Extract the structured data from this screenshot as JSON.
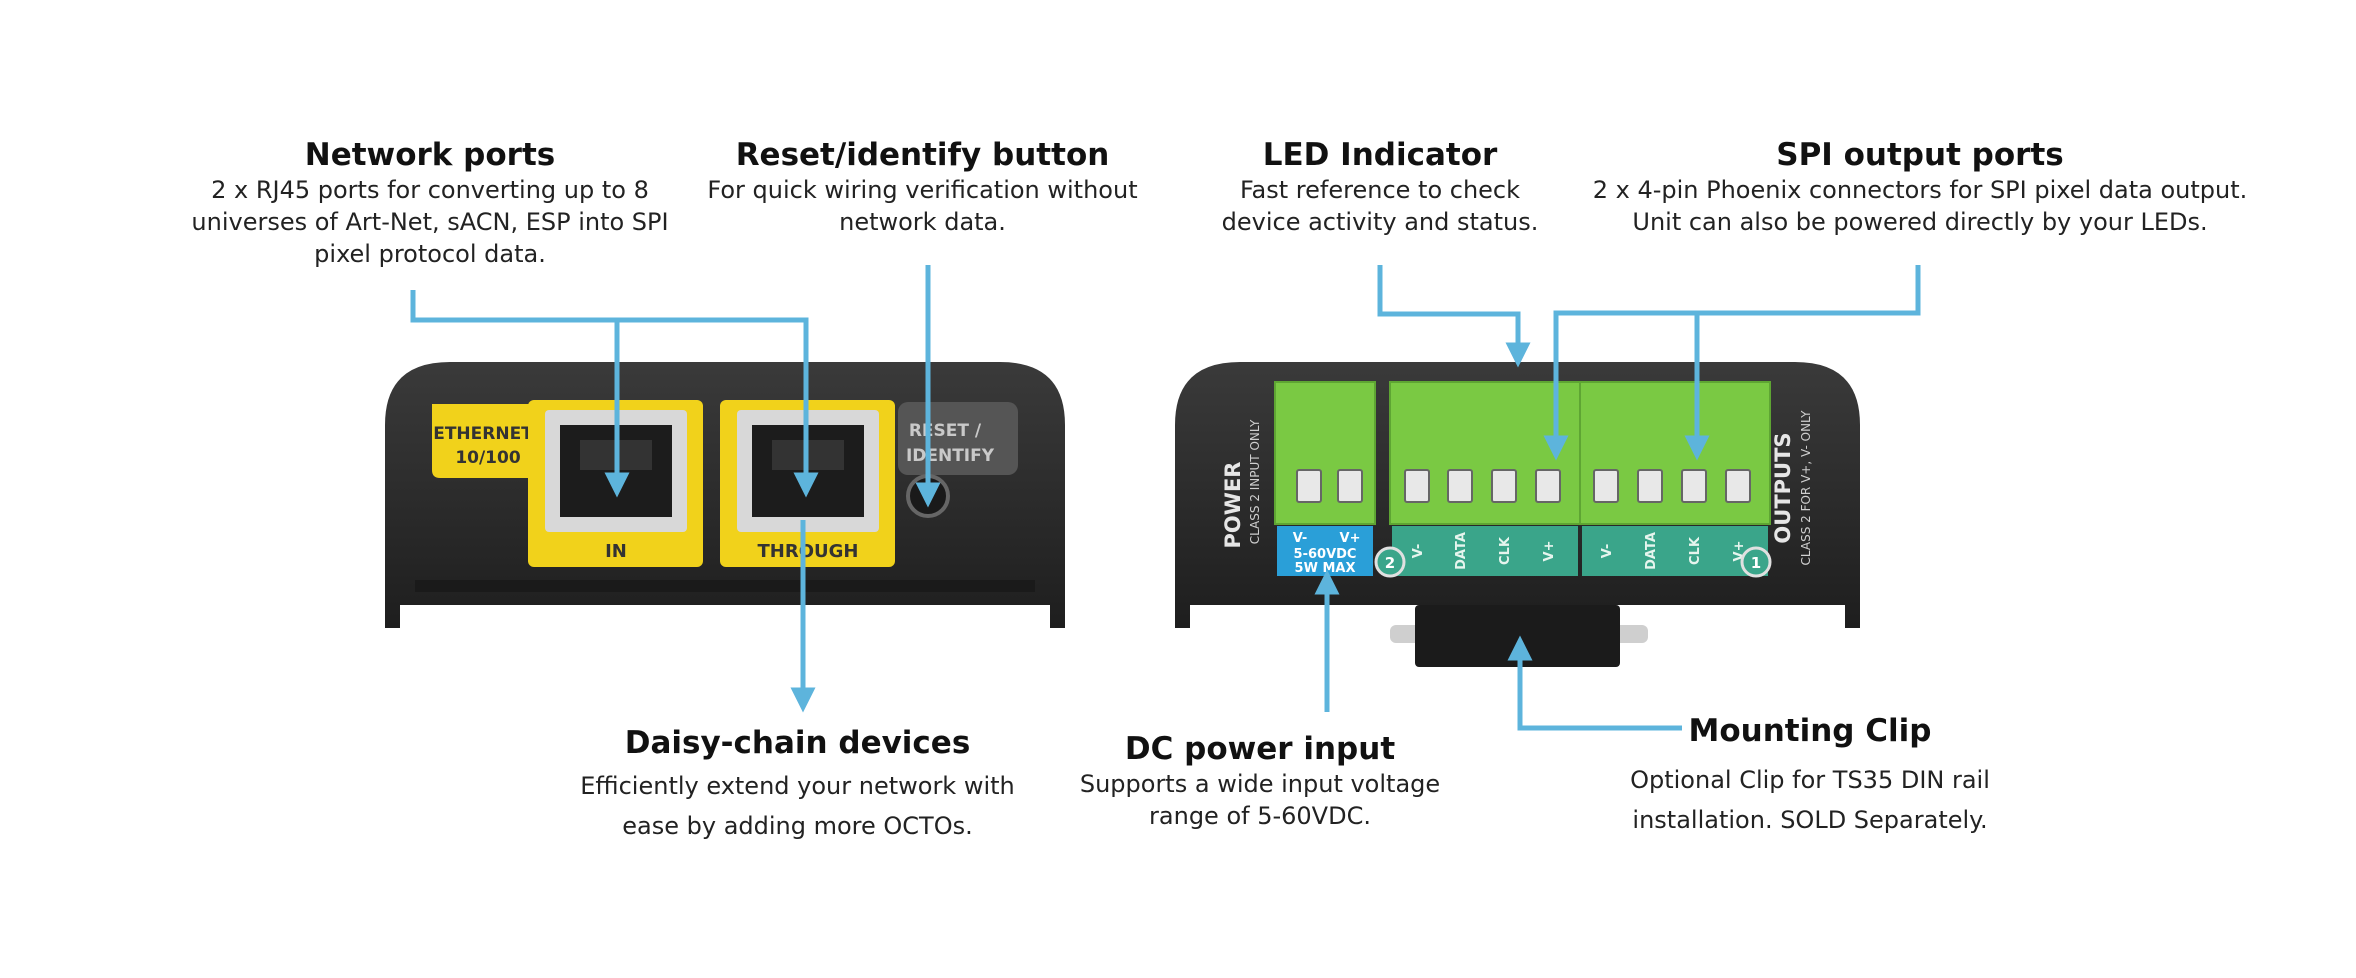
{
  "callouts": {
    "network_ports": {
      "title": "Network ports",
      "desc": "2 x RJ45 ports for converting up to 8 universes of Art-Net, sACN, ESP into SPI pixel protocol data."
    },
    "reset_button": {
      "title": "Reset/identify button",
      "desc": "For quick wiring verification without network data."
    },
    "led_indicator": {
      "title": "LED Indicator",
      "desc": "Fast reference to check device activity and status."
    },
    "spi_ports": {
      "title": "SPI output ports",
      "desc": "2 x 4-pin Phoenix connectors for SPI pixel data output. Unit can also be powered directly by your LEDs."
    },
    "daisy_chain": {
      "title": "Daisy-chain devices",
      "desc": "Efficiently extend your network with ease by adding more OCTOs."
    },
    "dc_power": {
      "title": "DC power input",
      "desc": "Supports a wide input voltage range of 5-60VDC."
    },
    "mounting_clip": {
      "title": "Mounting Clip",
      "desc": "Optional Clip for TS35 DIN rail installation. SOLD Separately."
    }
  },
  "left_device": {
    "ethernet_label_1": "ETHERNET",
    "ethernet_label_2": "10/100",
    "port_in": "IN",
    "port_through": "THROUGH",
    "reset_1": "RESET /",
    "reset_2": "IDENTIFY"
  },
  "right_device": {
    "power_label": "POWER",
    "power_sub": "CLASS 2 INPUT ONLY",
    "outputs_label": "OUTPUTS",
    "outputs_sub": "CLASS 2 FOR V+, V- ONLY",
    "pwr_vm": "V-",
    "pwr_vp": "V+",
    "pwr_range": "5-60VDC",
    "pwr_max": "5W MAX",
    "badge_2": "2",
    "badge_1": "1",
    "ch2_pins": [
      "V-",
      "DATA",
      "CLK",
      "V+"
    ],
    "ch1_pins": [
      "V-",
      "DATA",
      "CLK",
      "V+"
    ]
  },
  "colors": {
    "arrow": "#5db4dc",
    "body": "#2b2b2b",
    "yellow": "#f1d21b",
    "green": "#7ac943",
    "teal": "#3aa58a",
    "blue": "#2a9fd8"
  }
}
